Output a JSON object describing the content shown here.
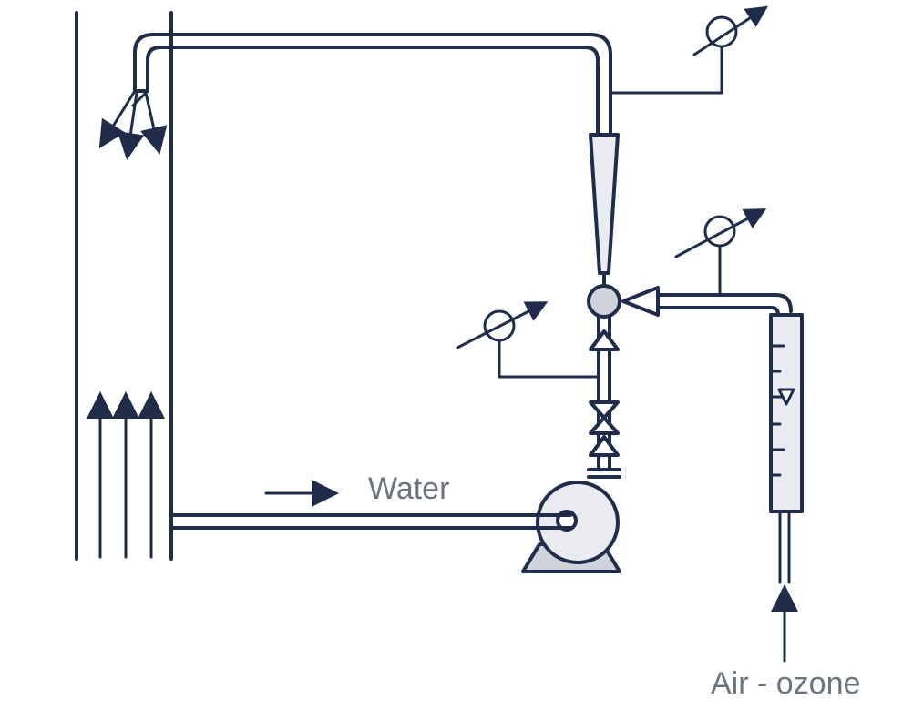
{
  "labels": {
    "water": "Water",
    "air_ozone": "Air - ozone"
  },
  "colors": {
    "line": "#1f2d4a",
    "fill_light": "#e9ebf0",
    "fill_mid": "#cfd3dc",
    "label_text": "#6b7380",
    "background": "#ffffff"
  },
  "components": [
    "tank-wall",
    "return-pipe",
    "spray-nozzles",
    "upflow-arrows",
    "venturi-injector",
    "mixing-chamber",
    "check-valves",
    "gate-valve",
    "centrifugal-pump",
    "rotameter",
    "pressure-gauges",
    "air-ozone-inlet"
  ]
}
